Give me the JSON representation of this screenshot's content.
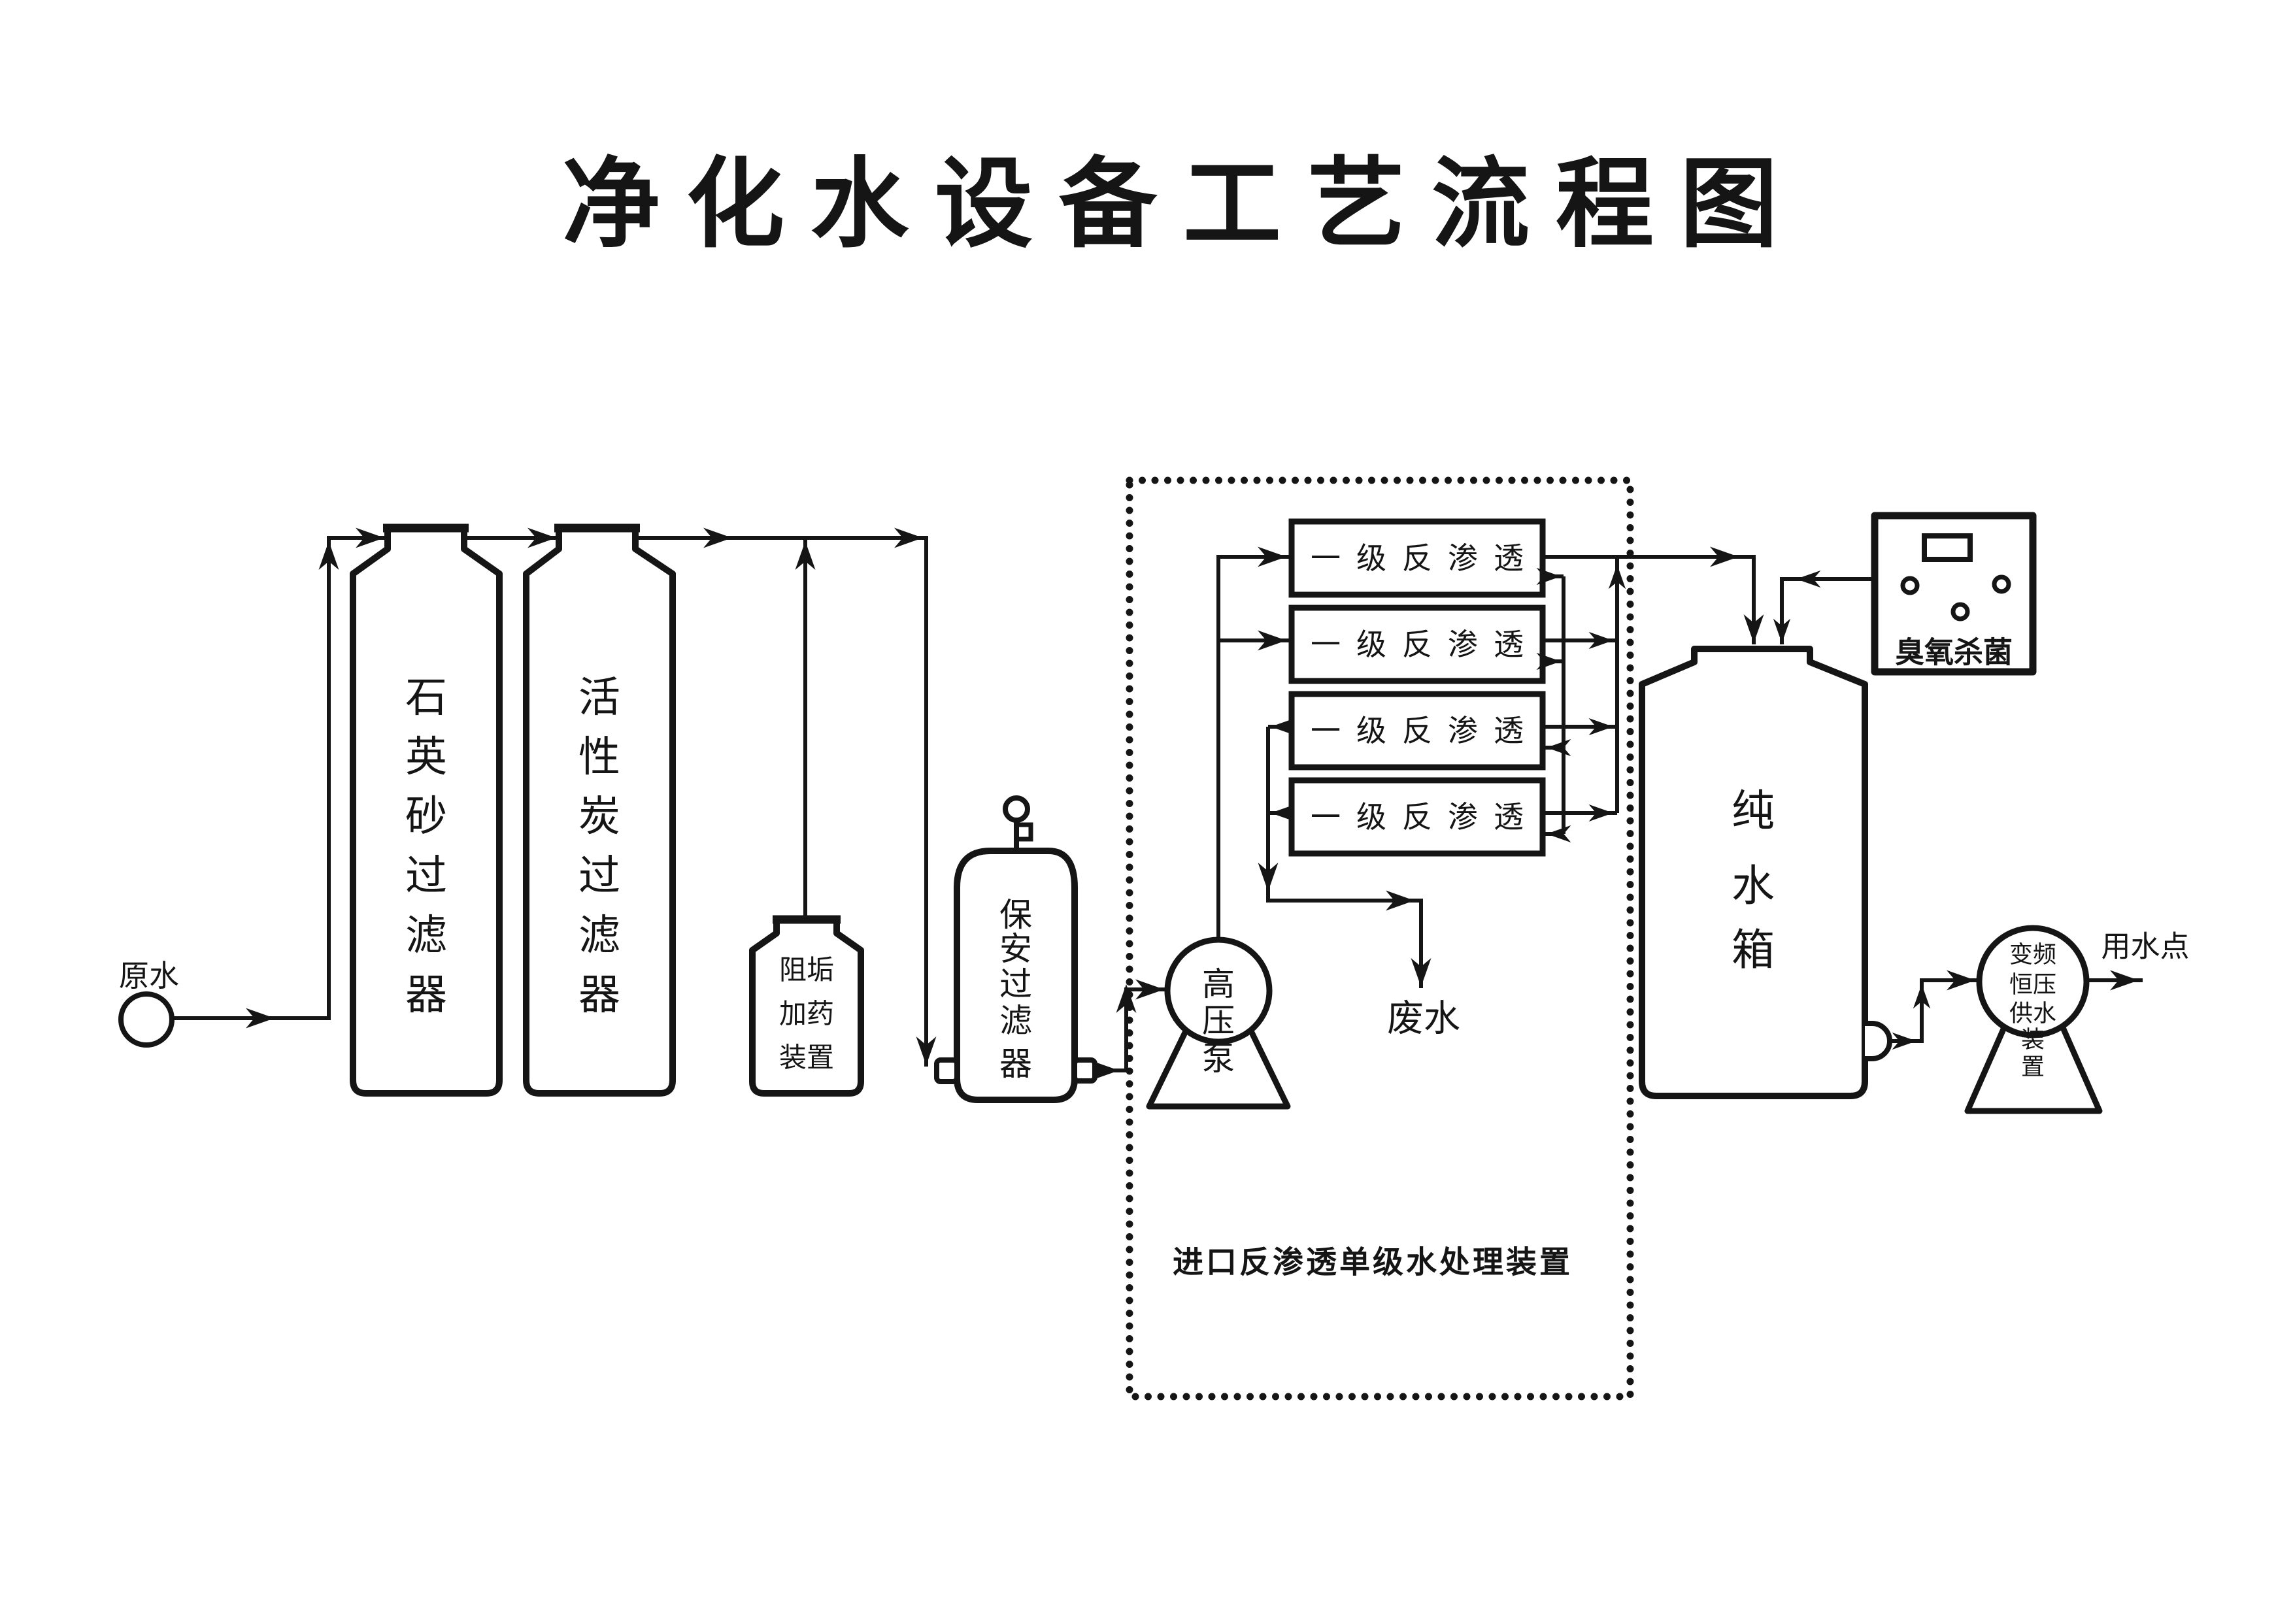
{
  "title": "净化水设备工艺流程图",
  "labels": {
    "raw_water": "原水",
    "waste_water": "废水",
    "use_point": "用水点",
    "ro_skid_caption": "进口反渗透单级水处理装置"
  },
  "equipment": {
    "quartz_filter": {
      "name": "石英砂过滤器",
      "chars": [
        "石",
        "英",
        "砂",
        "过",
        "滤",
        "器"
      ]
    },
    "carbon_filter": {
      "name": "活性炭过滤器",
      "chars": [
        "活",
        "性",
        "炭",
        "过",
        "滤",
        "器"
      ]
    },
    "dosing_device": {
      "name": "阻垢加药装置",
      "rows": [
        "阻垢",
        "加药",
        "装置"
      ]
    },
    "cartridge_filter": {
      "name": "保安过滤器",
      "chars": [
        "保",
        "安",
        "过",
        "滤",
        "器"
      ]
    },
    "hp_pump": {
      "name": "高压泵",
      "chars": [
        "高",
        "压",
        "泵"
      ]
    },
    "ro_units": [
      "一级反渗透",
      "一级反渗透",
      "一级反渗透",
      "一级反渗透"
    ],
    "pure_water_tank": {
      "name": "纯水箱",
      "chars": [
        "纯",
        "水",
        "箱"
      ]
    },
    "ozone_generator": {
      "name": "臭氧杀菌"
    },
    "vfd_pump": {
      "name": "变频恒压供水装置",
      "rows": [
        "变频",
        "恒压",
        "供水",
        "装",
        "置"
      ]
    }
  },
  "colors": {
    "ink": "#151515",
    "paper": "#ffffff"
  }
}
